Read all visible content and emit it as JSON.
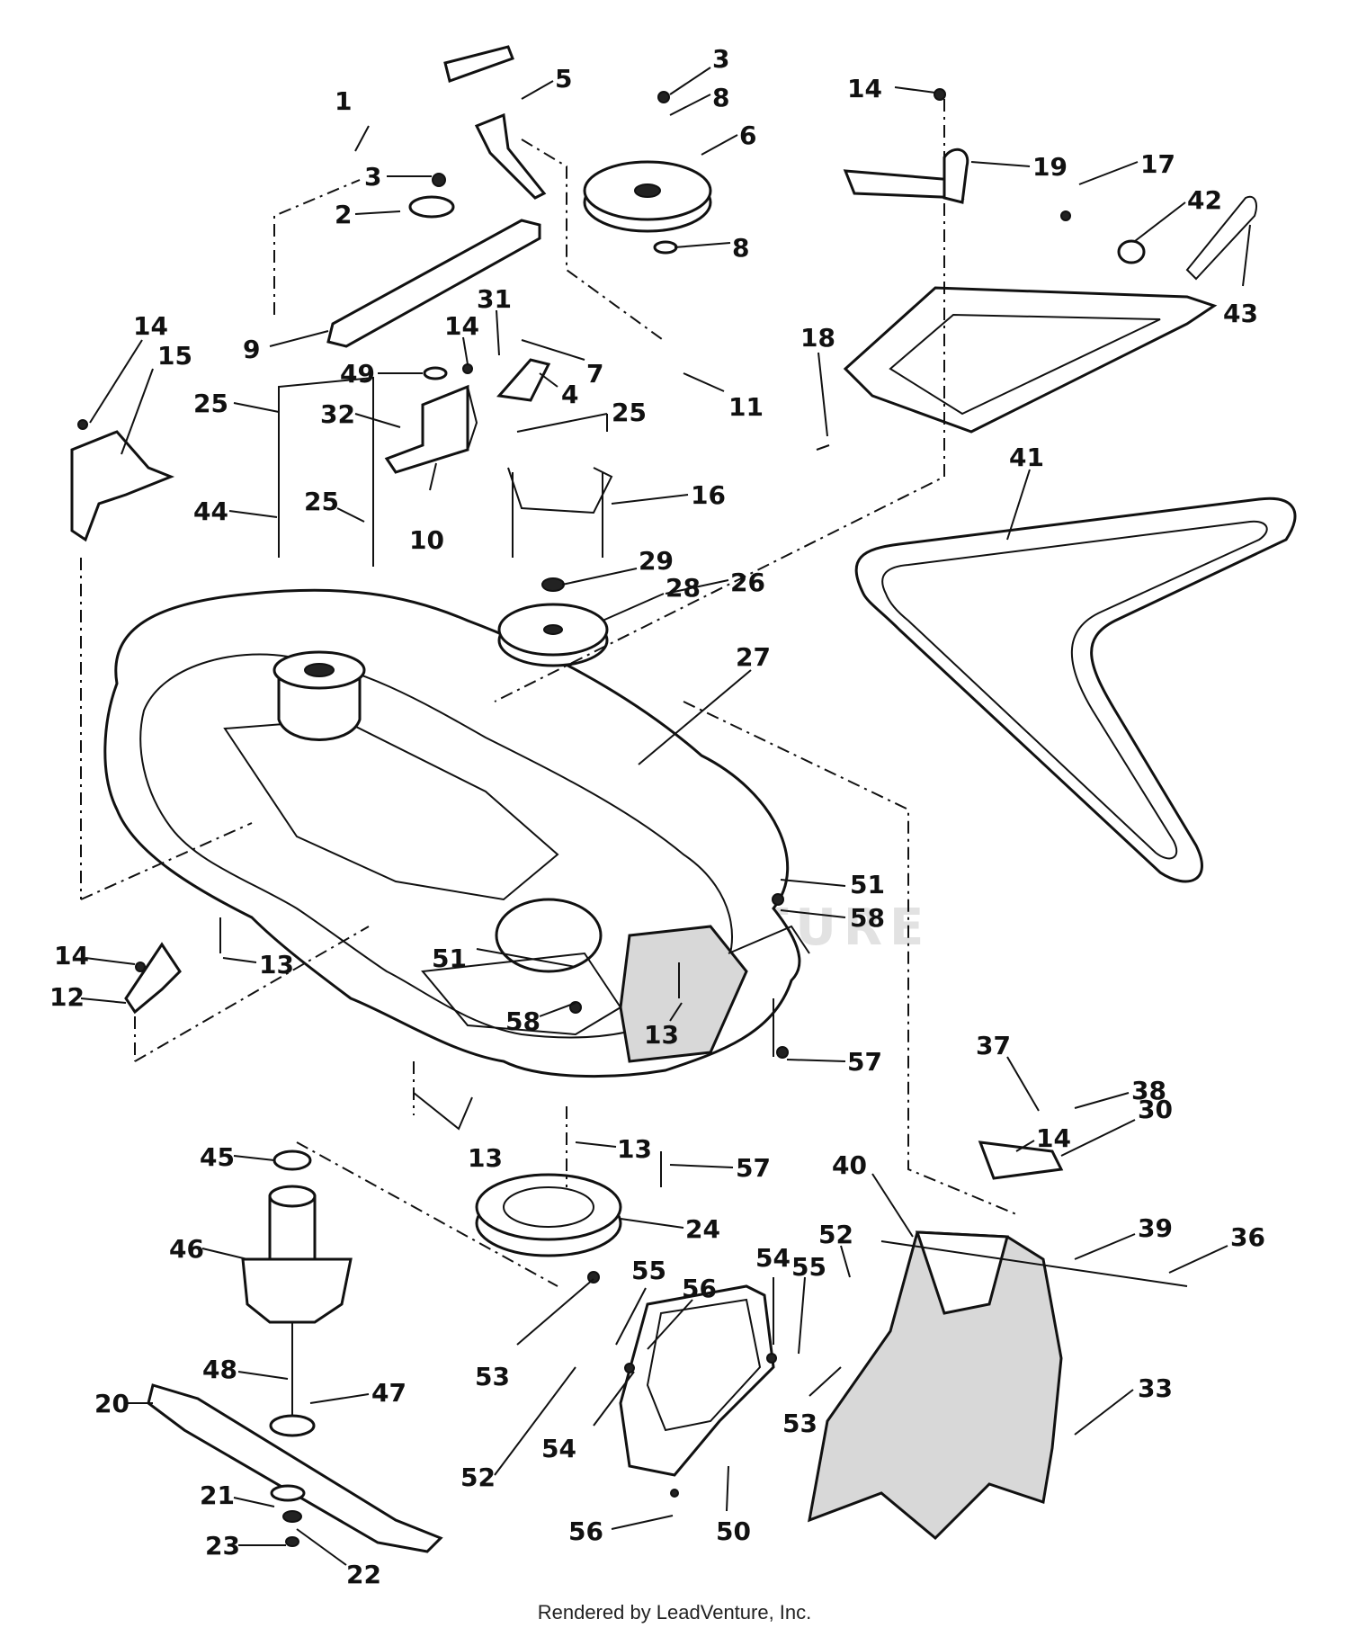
{
  "footer": {
    "text": "Rendered by LeadVenture, Inc."
  },
  "watermark": {
    "text": "LEADVENTURE"
  },
  "callouts": [
    {
      "id": "c1",
      "label": "1"
    },
    {
      "id": "c2",
      "label": "2"
    },
    {
      "id": "c3a",
      "label": "3"
    },
    {
      "id": "c3b",
      "label": "3"
    },
    {
      "id": "c4",
      "label": "4"
    },
    {
      "id": "c5",
      "label": "5"
    },
    {
      "id": "c6",
      "label": "6"
    },
    {
      "id": "c7",
      "label": "7"
    },
    {
      "id": "c8a",
      "label": "8"
    },
    {
      "id": "c8b",
      "label": "8"
    },
    {
      "id": "c9",
      "label": "9"
    },
    {
      "id": "c10",
      "label": "10"
    },
    {
      "id": "c11",
      "label": "11"
    },
    {
      "id": "c12",
      "label": "12"
    },
    {
      "id": "c13a",
      "label": "13"
    },
    {
      "id": "c13b",
      "label": "13"
    },
    {
      "id": "c13c",
      "label": "13"
    },
    {
      "id": "c13d",
      "label": "13"
    },
    {
      "id": "c14a",
      "label": "14"
    },
    {
      "id": "c14b",
      "label": "14"
    },
    {
      "id": "c14c",
      "label": "14"
    },
    {
      "id": "c14d",
      "label": "14"
    },
    {
      "id": "c14e",
      "label": "14"
    },
    {
      "id": "c15",
      "label": "15"
    },
    {
      "id": "c16",
      "label": "16"
    },
    {
      "id": "c17",
      "label": "17"
    },
    {
      "id": "c18",
      "label": "18"
    },
    {
      "id": "c19",
      "label": "19"
    },
    {
      "id": "c20",
      "label": "20"
    },
    {
      "id": "c21",
      "label": "21"
    },
    {
      "id": "c22",
      "label": "22"
    },
    {
      "id": "c23",
      "label": "23"
    },
    {
      "id": "c24",
      "label": "24"
    },
    {
      "id": "c25a",
      "label": "25"
    },
    {
      "id": "c25b",
      "label": "25"
    },
    {
      "id": "c25c",
      "label": "25"
    },
    {
      "id": "c26",
      "label": "26"
    },
    {
      "id": "c27",
      "label": "27"
    },
    {
      "id": "c28",
      "label": "28"
    },
    {
      "id": "c29",
      "label": "29"
    },
    {
      "id": "c30",
      "label": "30"
    },
    {
      "id": "c31",
      "label": "31"
    },
    {
      "id": "c32",
      "label": "32"
    },
    {
      "id": "c33",
      "label": "33"
    },
    {
      "id": "c36",
      "label": "36"
    },
    {
      "id": "c37",
      "label": "37"
    },
    {
      "id": "c38",
      "label": "38"
    },
    {
      "id": "c39",
      "label": "39"
    },
    {
      "id": "c40",
      "label": "40"
    },
    {
      "id": "c41",
      "label": "41"
    },
    {
      "id": "c42",
      "label": "42"
    },
    {
      "id": "c43",
      "label": "43"
    },
    {
      "id": "c44",
      "label": "44"
    },
    {
      "id": "c45",
      "label": "45"
    },
    {
      "id": "c46",
      "label": "46"
    },
    {
      "id": "c47",
      "label": "47"
    },
    {
      "id": "c48",
      "label": "48"
    },
    {
      "id": "c49",
      "label": "49"
    },
    {
      "id": "c50",
      "label": "50"
    },
    {
      "id": "c51a",
      "label": "51"
    },
    {
      "id": "c51b",
      "label": "51"
    },
    {
      "id": "c52a",
      "label": "52"
    },
    {
      "id": "c52b",
      "label": "52"
    },
    {
      "id": "c53a",
      "label": "53"
    },
    {
      "id": "c53b",
      "label": "53"
    },
    {
      "id": "c54a",
      "label": "54"
    },
    {
      "id": "c54b",
      "label": "54"
    },
    {
      "id": "c55a",
      "label": "55"
    },
    {
      "id": "c55b",
      "label": "55"
    },
    {
      "id": "c56a",
      "label": "56"
    },
    {
      "id": "c56b",
      "label": "56"
    },
    {
      "id": "c57a",
      "label": "57"
    },
    {
      "id": "c57b",
      "label": "57"
    },
    {
      "id": "c58a",
      "label": "58"
    },
    {
      "id": "c58b",
      "label": "58"
    }
  ]
}
